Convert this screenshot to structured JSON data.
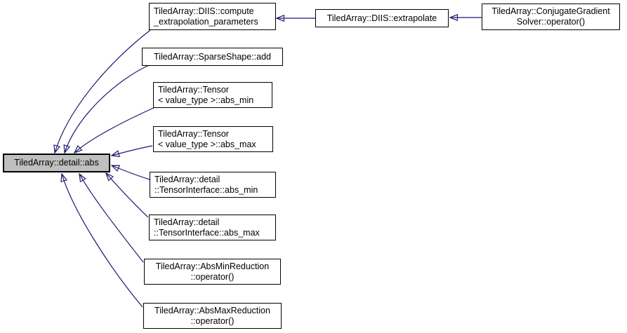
{
  "diagram": {
    "kind": "caller-graph",
    "colors": {
      "edge": "#191970",
      "node_border": "#000000",
      "node_fill": "#ffffff",
      "highlight_fill": "#bfbfbf",
      "text": "#000000",
      "background": "#ffffff"
    },
    "nodes": {
      "abs": {
        "lines": [
          "TiledArray::detail::abs"
        ],
        "highlighted": true
      },
      "compute": {
        "lines": [
          "TiledArray::DIIS::compute",
          "_extrapolation_parameters"
        ]
      },
      "sparseadd": {
        "lines": [
          "TiledArray::SparseShape::add"
        ]
      },
      "tensor_abs_min": {
        "lines": [
          "TiledArray::Tensor",
          "< value_type >::abs_min"
        ]
      },
      "tensor_abs_max": {
        "lines": [
          "TiledArray::Tensor",
          "< value_type >::abs_max"
        ]
      },
      "tensorinterface_abs_min": {
        "lines": [
          "TiledArray::detail",
          "::TensorInterface::abs_min"
        ]
      },
      "tensorinterface_abs_max": {
        "lines": [
          "TiledArray::detail",
          "::TensorInterface::abs_max"
        ]
      },
      "absminreduction": {
        "lines": [
          "TiledArray::AbsMinReduction",
          "::operator()"
        ]
      },
      "absmaxreduction": {
        "lines": [
          "TiledArray::AbsMaxReduction",
          "::operator()"
        ]
      },
      "extrapolate": {
        "lines": [
          "TiledArray::DIIS::extrapolate"
        ]
      },
      "conjugategradient": {
        "lines": [
          "TiledArray::ConjugateGradient",
          "Solver::operator()"
        ]
      }
    },
    "edges": [
      {
        "from": "compute",
        "to": "abs"
      },
      {
        "from": "sparseadd",
        "to": "abs"
      },
      {
        "from": "tensor_abs_min",
        "to": "abs"
      },
      {
        "from": "tensor_abs_max",
        "to": "abs"
      },
      {
        "from": "tensorinterface_abs_min",
        "to": "abs"
      },
      {
        "from": "tensorinterface_abs_max",
        "to": "abs"
      },
      {
        "from": "absminreduction",
        "to": "abs"
      },
      {
        "from": "absmaxreduction",
        "to": "abs"
      },
      {
        "from": "extrapolate",
        "to": "compute"
      },
      {
        "from": "conjugategradient",
        "to": "extrapolate"
      }
    ]
  }
}
